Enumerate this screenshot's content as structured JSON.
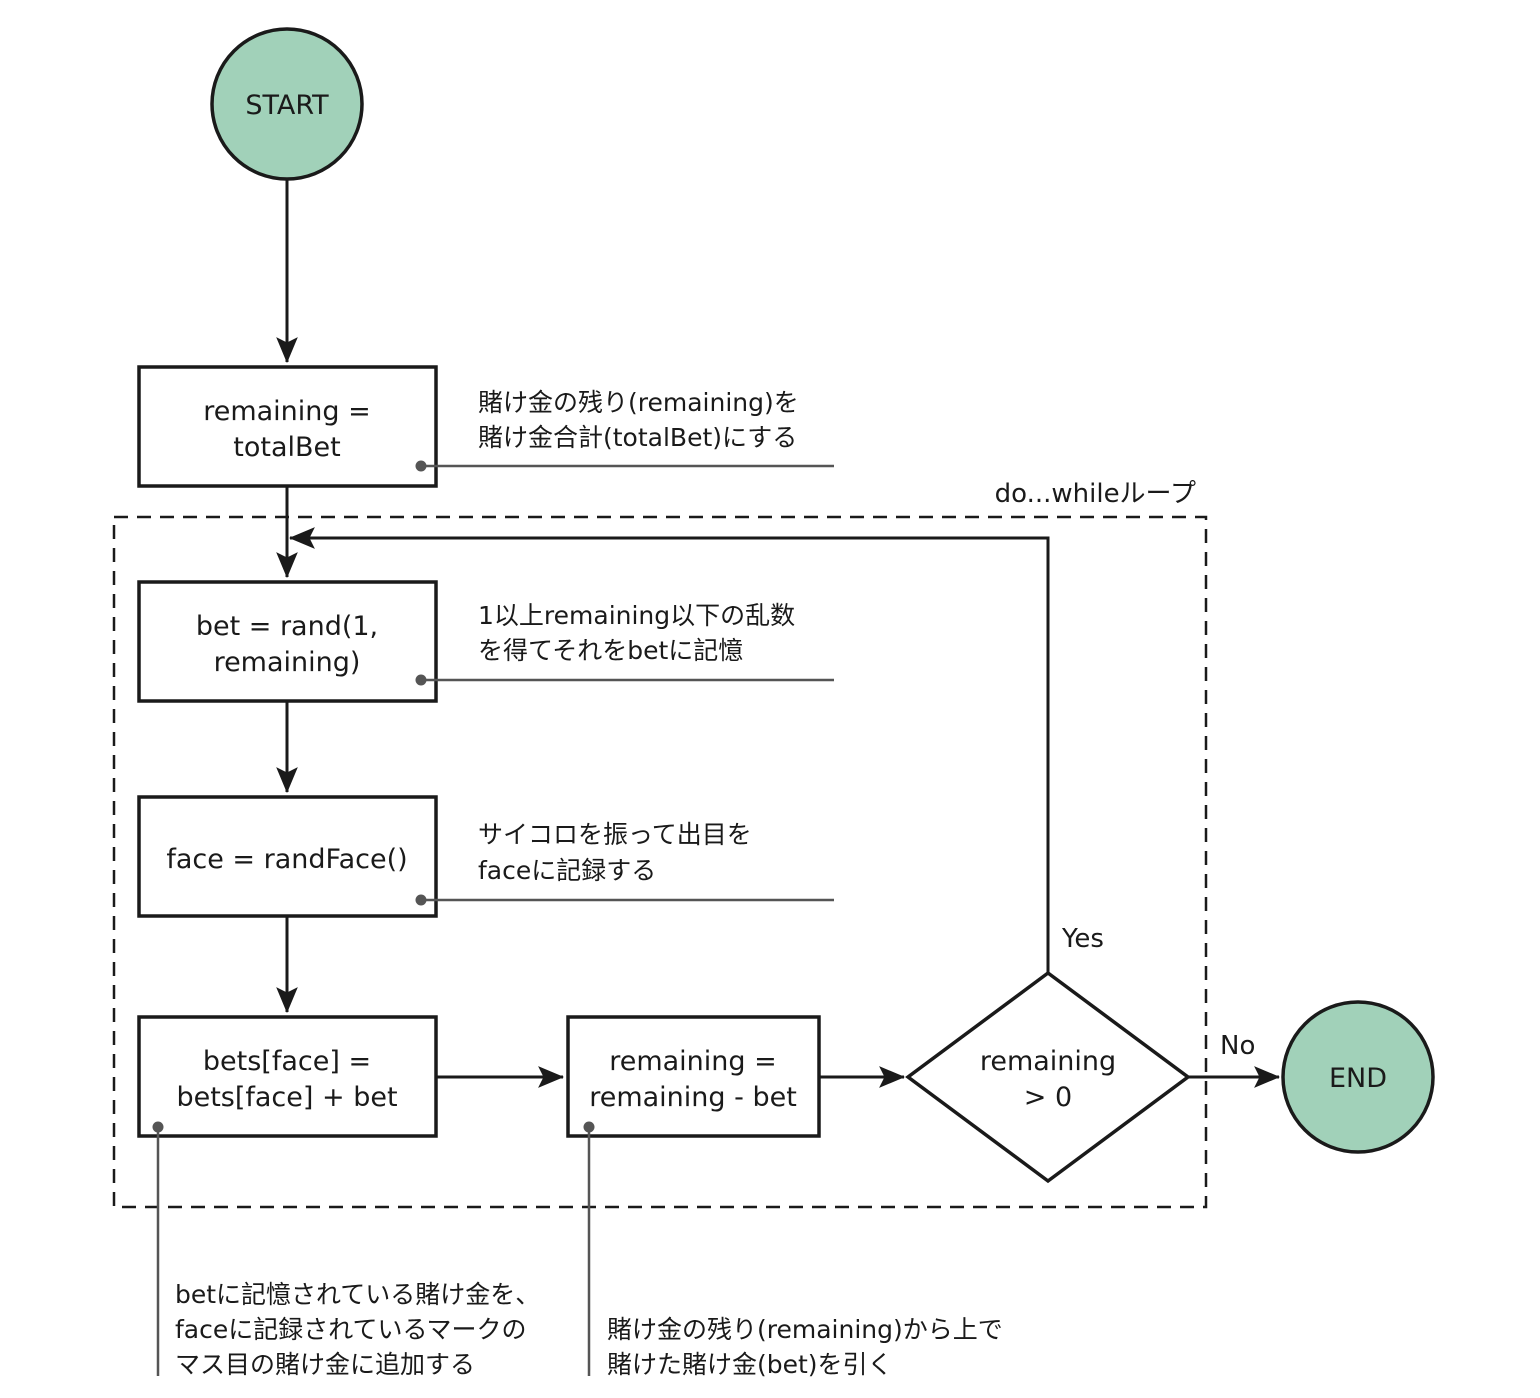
{
  "diagram": {
    "type": "flowchart",
    "colors": {
      "terminal_fill": "#a1d1b9",
      "stroke": "#1a1a1a",
      "leader": "#555555"
    },
    "start": {
      "label": "START"
    },
    "end": {
      "label": "END"
    },
    "loop": {
      "label": "do...whileループ"
    },
    "steps": [
      {
        "id": "init",
        "lines": [
          "remaining =",
          "totalBet"
        ],
        "note": [
          "賭け金の残り(remaining)を",
          "賭け金合計(totalBet)にする"
        ]
      },
      {
        "id": "bet",
        "lines": [
          "bet = rand(1,",
          "remaining)"
        ],
        "note": [
          "1以上remaining以下の乱数",
          "を得てそれをbetに記憶"
        ]
      },
      {
        "id": "face",
        "lines": [
          "face = randFace()"
        ],
        "note": [
          "サイコロを振って出目を",
          "faceに記録する"
        ]
      },
      {
        "id": "bets",
        "lines": [
          "bets[face] =",
          "bets[face] + bet"
        ],
        "note": [
          "betに記憶されている賭け金を、",
          "faceに記録されているマークの",
          "マス目の賭け金に追加する"
        ]
      },
      {
        "id": "subtract",
        "lines": [
          "remaining =",
          "remaining - bet"
        ],
        "note": [
          "賭け金の残り(remaining)から上で",
          "賭けた賭け金(bet)を引く"
        ]
      }
    ],
    "decision": {
      "lines": [
        "remaining",
        "> 0"
      ],
      "yes_label": "Yes",
      "no_label": "No"
    },
    "edges": [
      {
        "from": "START",
        "to": "init"
      },
      {
        "from": "init",
        "to": "bet"
      },
      {
        "from": "bet",
        "to": "face"
      },
      {
        "from": "face",
        "to": "bets"
      },
      {
        "from": "bets",
        "to": "subtract"
      },
      {
        "from": "subtract",
        "to": "decision"
      },
      {
        "from": "decision",
        "to": "bet",
        "label": "Yes"
      },
      {
        "from": "decision",
        "to": "END",
        "label": "No"
      }
    ]
  }
}
